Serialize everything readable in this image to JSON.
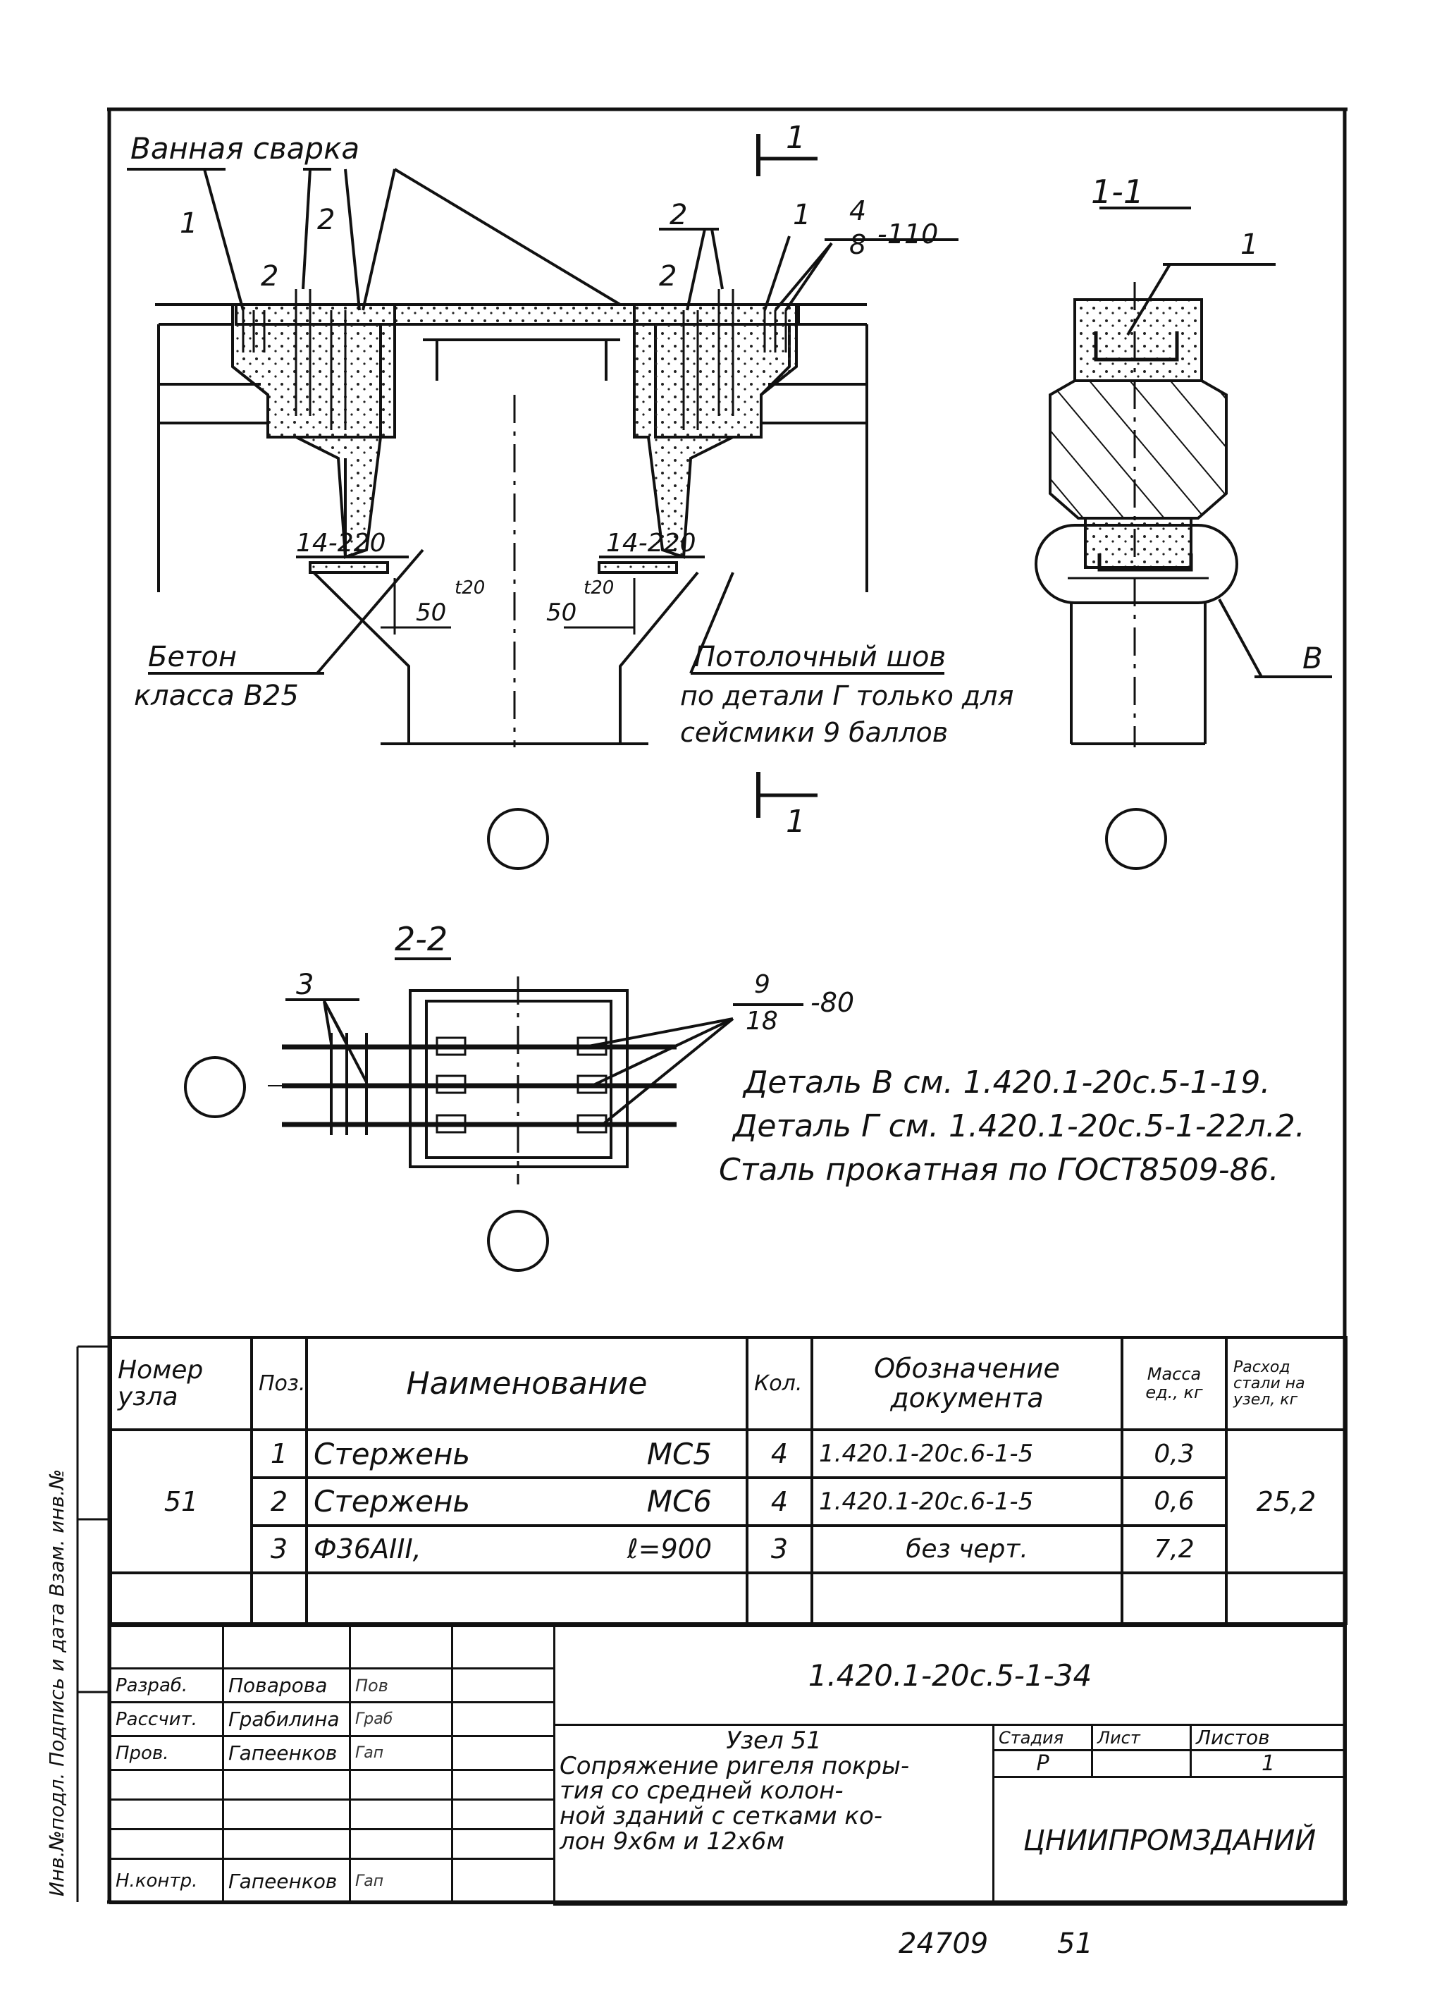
{
  "drawing": {
    "label_bath_weld": "Ванная сварка",
    "section_mark_top": "1",
    "section_mark_bottom": "1",
    "section_1_1": "1-1",
    "section_2_2": "2-2",
    "pos_1_left": "1",
    "pos_2_left": "2",
    "pos_2_left_small": "2",
    "pos_2_right": "2",
    "pos_2_right_small": "2",
    "pos_1_right": "1",
    "weld_frac_num": "4",
    "weld_frac_den": "8",
    "weld_frac_len": "-110",
    "pos_1_section": "1",
    "weld_left": "14-220",
    "weld_right": "14-220",
    "dim_left": "50",
    "dim_left_t": "t20",
    "dim_right": "50",
    "dim_right_t": "t20",
    "concrete_1": "Бетон",
    "concrete_2": "класса В25",
    "ceiling_weld_1": "Потолочный шов",
    "ceiling_weld_2": "по детали Г только для",
    "ceiling_weld_3": "сейсмики 9 баллов",
    "detail_b": "В",
    "pos_3": "3",
    "frac2_num": "9",
    "frac2_den": "18",
    "frac2_len": "-80",
    "note_1": "Деталь В см. 1.420.1-20с.5-1-19.",
    "note_2": "Деталь Г см. 1.420.1-20с.5-1-22л.2.",
    "note_3": "Сталь прокатная по ГОСТ8509-86."
  },
  "spec_table": {
    "headers": {
      "node": "Номер узла",
      "pos": "Поз.",
      "name": "Наименование",
      "qty": "Кол.",
      "doc": "Обозначение документа",
      "mass": "Масса ед., кг",
      "steel": "Расход стали на узел, кг"
    },
    "node_number": "51",
    "steel_total": "25,2",
    "rows": [
      {
        "pos": "1",
        "name": "Стержень",
        "mark": "МС5",
        "qty": "4",
        "doc": "1.420.1-20с.6-1-5",
        "mass": "0,3"
      },
      {
        "pos": "2",
        "name": "Стержень",
        "mark": "МС6",
        "qty": "4",
        "doc": "1.420.1-20с.6-1-5",
        "mass": "0,6"
      },
      {
        "pos": "3",
        "name": "Ф36АIII,",
        "mark": "ℓ=900",
        "qty": "3",
        "doc": "без черт.",
        "mass": "7,2"
      }
    ]
  },
  "title_block": {
    "side_stamp": "Инв.№подл.  Подпись и дата  Взам. инв.№",
    "roles": [
      {
        "role": "Разраб.",
        "name": "Поварова",
        "sign": "Пов"
      },
      {
        "role": "Рассчит.",
        "name": "Грабилина",
        "sign": "Граб"
      },
      {
        "role": "Пров.",
        "name": "Гапеенков",
        "sign": "Гап"
      },
      {
        "role": "",
        "name": "",
        "sign": ""
      },
      {
        "role": "",
        "name": "",
        "sign": ""
      },
      {
        "role": "",
        "name": "",
        "sign": ""
      },
      {
        "role": "Н.контр.",
        "name": "Гапеенков",
        "sign": "Гап"
      }
    ],
    "doc_code": "1.420.1-20с.5-1-34",
    "title_line1": "Узел 51",
    "title_line2": "Сопряжение ригеля покры-",
    "title_line3": "тия со средней колон-",
    "title_line4": "ной зданий с сетками ко-",
    "title_line5": "лон 9х6м и 12х6м",
    "stage_label": "Стадия",
    "sheet_label": "Лист",
    "sheets_label": "Листов",
    "stage_value": "Р",
    "sheet_value": "",
    "sheets_value": "1",
    "organization": "ЦНИИПРОМЗДАНИЙ"
  },
  "footer": {
    "archive_no": "24709",
    "page_no": "51"
  }
}
